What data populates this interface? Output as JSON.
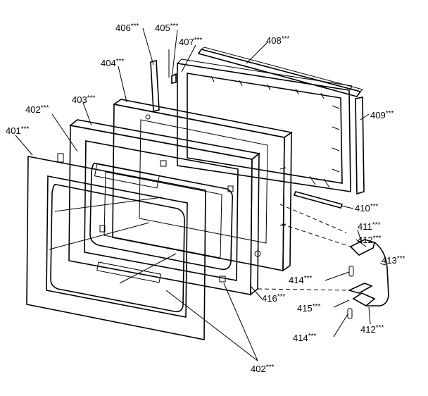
{
  "callouts": [
    {
      "id": "c406",
      "number": "406",
      "stars": "***"
    },
    {
      "id": "c405",
      "number": "405",
      "stars": "***"
    },
    {
      "id": "c407",
      "number": "407",
      "stars": "***"
    },
    {
      "id": "c408",
      "number": "408",
      "stars": "***"
    },
    {
      "id": "c404",
      "number": "404",
      "stars": "***"
    },
    {
      "id": "c403",
      "number": "403",
      "stars": "***"
    },
    {
      "id": "c402a",
      "number": "402",
      "stars": "***"
    },
    {
      "id": "c401",
      "number": "401",
      "stars": "***"
    },
    {
      "id": "c409",
      "number": "409",
      "stars": "***"
    },
    {
      "id": "c410",
      "number": "410",
      "stars": "***"
    },
    {
      "id": "c411",
      "number": "411",
      "stars": "***"
    },
    {
      "id": "c412a",
      "number": "412",
      "stars": "***"
    },
    {
      "id": "c413",
      "number": "413",
      "stars": "***"
    },
    {
      "id": "c414a",
      "number": "414",
      "stars": "***"
    },
    {
      "id": "c416",
      "number": "416",
      "stars": "***"
    },
    {
      "id": "c415",
      "number": "415",
      "stars": "***"
    },
    {
      "id": "c414b",
      "number": "414",
      "stars": "***"
    },
    {
      "id": "c412b",
      "number": "412",
      "stars": "***"
    },
    {
      "id": "c402b",
      "number": "402",
      "stars": "***"
    }
  ]
}
